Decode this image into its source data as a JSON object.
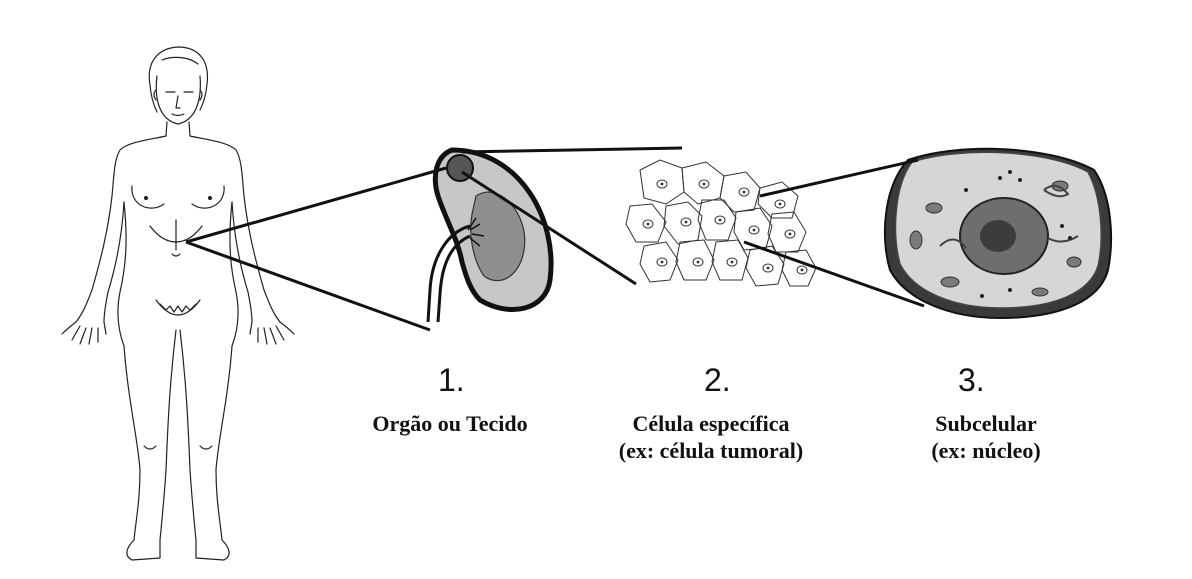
{
  "stages": [
    {
      "number": "1.",
      "lines": [
        "Orgão ou Tecido"
      ]
    },
    {
      "number": "2.",
      "lines": [
        "Célula específica",
        "(ex: célula tumoral)"
      ]
    },
    {
      "number": "3.",
      "lines": [
        "Subcelular",
        "(ex: núcleo)"
      ]
    }
  ]
}
